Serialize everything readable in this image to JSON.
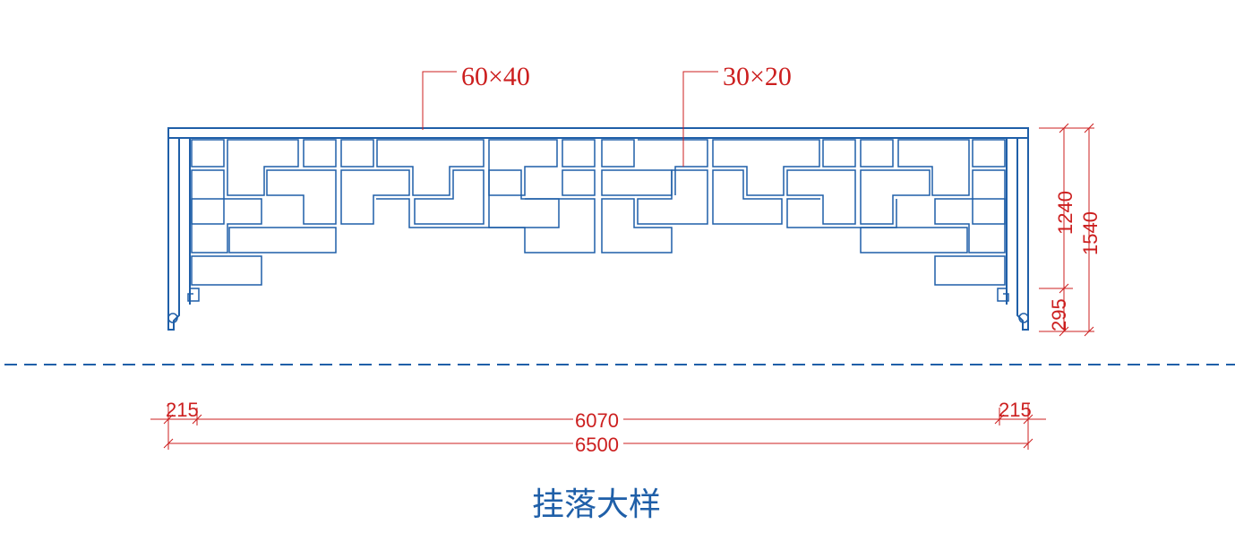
{
  "callouts": {
    "frame_section": "60×40",
    "lattice_section": "30×20"
  },
  "dimensions": {
    "inner_height": "1240",
    "total_height": "1540",
    "bottom_height": "295",
    "left_offset": "215",
    "inner_width": "6070",
    "right_offset": "215",
    "total_width": "6500"
  },
  "caption": "挂落大样",
  "colors": {
    "drawing_line": "#1f5fa8",
    "dimension": "#cc1f1f"
  }
}
